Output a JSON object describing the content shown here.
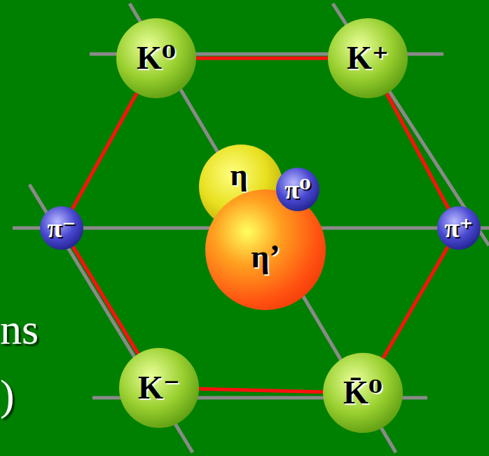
{
  "diagram": {
    "nodes": [
      {
        "text": [
          "K⁰"
        ]
      },
      {
        "text": [
          "K⁺"
        ]
      },
      {
        "text": [
          "η"
        ]
      },
      {
        "text": [
          "π⁰"
        ]
      },
      {
        "text": [
          "π⁻"
        ]
      },
      {
        "text": [
          "η’"
        ]
      },
      {
        "text": [
          "π⁺"
        ]
      },
      {
        "text": [
          "K⁻"
        ]
      },
      {
        "text": [
          "K̄⁰"
        ]
      }
    ],
    "edges": [
      {
        "from": 0,
        "to": 1,
        "arrow": "none"
      },
      {
        "from": 1,
        "to": 6,
        "arrow": "none"
      },
      {
        "from": 6,
        "to": 8,
        "arrow": "none"
      },
      {
        "from": 8,
        "to": 7,
        "arrow": "none"
      },
      {
        "from": 7,
        "to": 4,
        "arrow": "none"
      },
      {
        "from": 4,
        "to": 0,
        "arrow": "none"
      }
    ],
    "labels": [
      "ns",
      ")"
    ]
  }
}
